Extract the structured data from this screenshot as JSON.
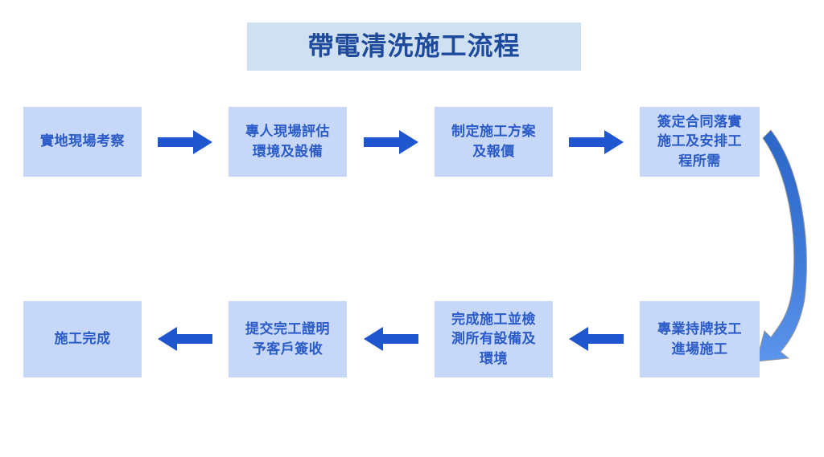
{
  "diagram": {
    "title": "帶電清洗施工流程",
    "colors": {
      "title_banner_fill": "#cfe0f0",
      "title_text": "#1e4a9e",
      "box_fill": "#c6d7f7",
      "box_text": "#2a5bc8",
      "arrow_fill": "#1f56d0",
      "curved_arrow_fill": "#4a86e8",
      "background": "#ffffff"
    },
    "row1": [
      {
        "id": "step-1",
        "label": "實地現場考察"
      },
      {
        "id": "step-2",
        "label": "專人現場評估\n環境及設備"
      },
      {
        "id": "step-3",
        "label": "制定施工方案\n及報價"
      },
      {
        "id": "step-4",
        "label": "簽定合同落實\n施工及安排工\n程所需"
      }
    ],
    "row2": [
      {
        "id": "step-8",
        "label": "施工完成"
      },
      {
        "id": "step-7",
        "label": "提交完工證明\n予客戶簽收"
      },
      {
        "id": "step-6",
        "label": "完成施工並檢\n測所有設備及\n環境"
      },
      {
        "id": "step-5",
        "label": "專業持牌技工\n進場施工"
      }
    ],
    "connectors": [
      {
        "id": "arrow-1-to-2",
        "direction": "right"
      },
      {
        "id": "arrow-2-to-3",
        "direction": "right"
      },
      {
        "id": "arrow-3-to-4",
        "direction": "right"
      },
      {
        "id": "arrow-4-to-5",
        "direction": "curved-down-left"
      },
      {
        "id": "arrow-5-to-6",
        "direction": "left"
      },
      {
        "id": "arrow-6-to-7",
        "direction": "left"
      },
      {
        "id": "arrow-7-to-8",
        "direction": "left"
      }
    ]
  }
}
